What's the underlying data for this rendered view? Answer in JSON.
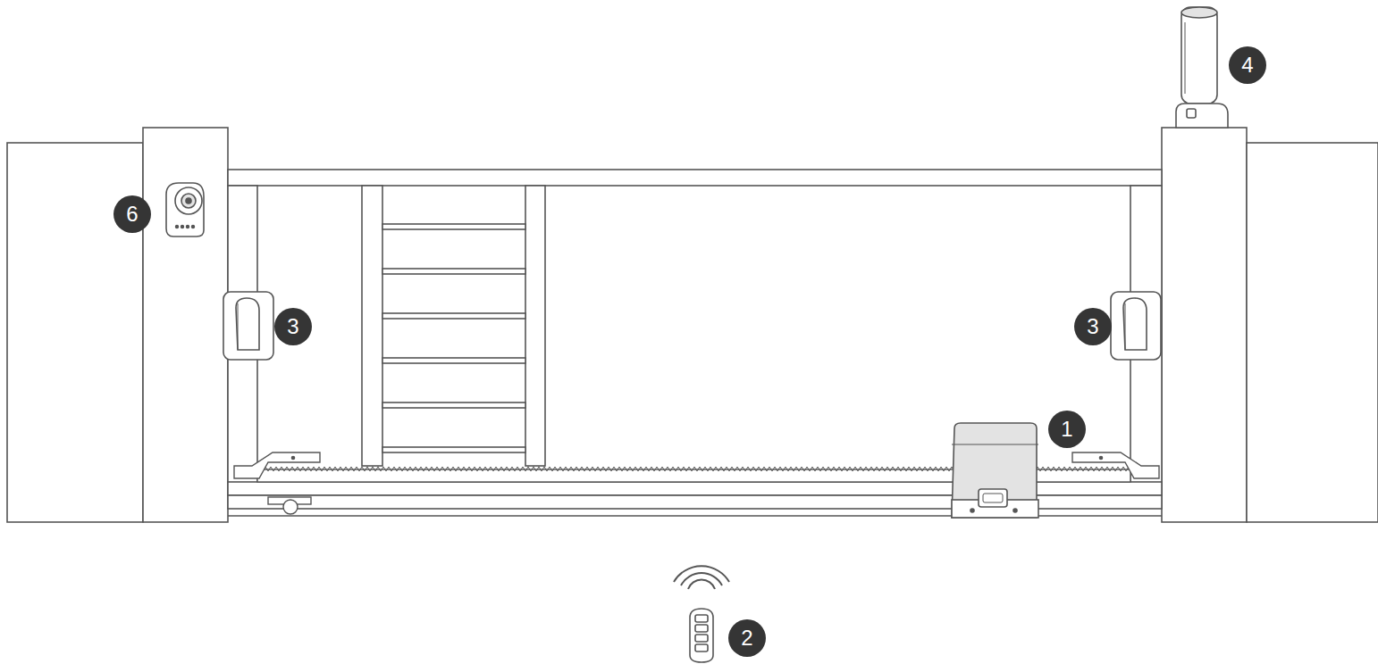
{
  "diagram": {
    "labels": [
      "6",
      "3",
      "3",
      "4",
      "1",
      "2"
    ]
  }
}
